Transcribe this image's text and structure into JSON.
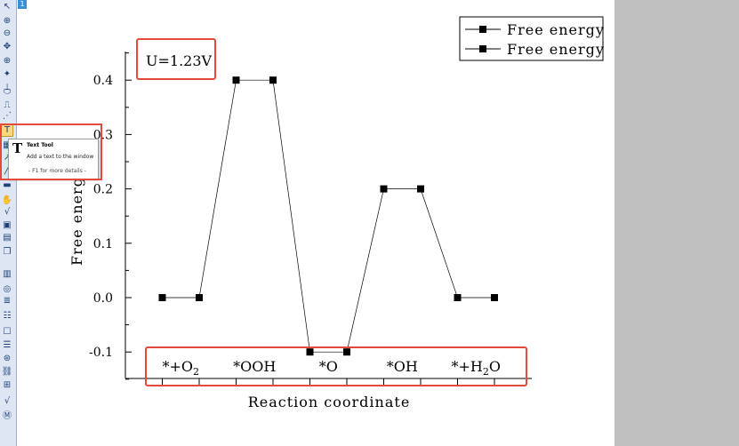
{
  "toolbar": {
    "page_number": "1",
    "tools": [
      {
        "icon": "pointer-icon",
        "glyph": "↖"
      },
      {
        "icon": "zoom-in-icon",
        "glyph": "⊕"
      },
      {
        "icon": "zoom-out-icon",
        "glyph": "⊖"
      },
      {
        "icon": "scale-icon",
        "glyph": "✥"
      },
      {
        "icon": "data-reader-icon",
        "glyph": "⊕"
      },
      {
        "icon": "screen-reader-icon",
        "glyph": "✦"
      },
      {
        "icon": "data-selector-icon",
        "glyph": "⊥"
      },
      {
        "icon": "mask-icon",
        "glyph": "⬭"
      },
      {
        "icon": "draw-data-icon",
        "glyph": "⎍"
      },
      {
        "icon": "select-region-icon",
        "glyph": "⋰"
      },
      {
        "icon": "text-tool-icon",
        "glyph": "T",
        "active": true
      },
      {
        "icon": "table-icon",
        "glyph": "▦"
      },
      {
        "icon": "arrow-icon",
        "glyph": "↗"
      },
      {
        "icon": "line-icon",
        "glyph": "╱"
      },
      {
        "icon": "rectangle-icon",
        "glyph": "▬"
      },
      {
        "icon": "hand-icon",
        "glyph": "✋"
      },
      {
        "icon": "equation-icon",
        "glyph": "√"
      },
      {
        "icon": "image-icon",
        "glyph": "▣"
      },
      {
        "icon": "movie-icon",
        "glyph": "▤"
      },
      {
        "icon": "layer-icon",
        "glyph": "❐"
      },
      {
        "icon": "color-scale-icon",
        "glyph": "▥"
      },
      {
        "icon": "gauge-icon",
        "glyph": "◎"
      },
      {
        "icon": "stack-icon",
        "glyph": "≣"
      },
      {
        "icon": "legend-icon",
        "glyph": "☷"
      },
      {
        "icon": "box-icon",
        "glyph": "☐"
      },
      {
        "icon": "list-icon",
        "glyph": "☰"
      },
      {
        "icon": "record-icon",
        "glyph": "⊛"
      },
      {
        "icon": "link-icon",
        "glyph": "⛓"
      },
      {
        "icon": "grid-icon",
        "glyph": "⊞"
      },
      {
        "icon": "formula-icon",
        "glyph": "√"
      },
      {
        "icon": "matrix-icon",
        "glyph": "Ⓜ"
      }
    ]
  },
  "tooltip": {
    "title": "Text Tool",
    "description": "Add a text to the window",
    "hint": "- F1 for more details -"
  },
  "annotations": {
    "potential_label": "U=1.23V"
  },
  "chart_data": {
    "type": "line",
    "xlabel": "Reaction coordinate",
    "ylabel": "Free energy",
    "ylim": [
      -0.15,
      0.45
    ],
    "yticks": [
      -0.1,
      0.0,
      0.1,
      0.2,
      0.3,
      0.4
    ],
    "ytick_labels": [
      "-0.1",
      "0.0",
      "0.1",
      "0.2",
      "0.3",
      "0.4"
    ],
    "xlim": [
      0,
      11
    ],
    "x": [
      1,
      2,
      3,
      4,
      5,
      6,
      7,
      8,
      9,
      10
    ],
    "series": [
      {
        "name": "Free energy",
        "values": [
          0.0,
          0.0,
          0.4,
          0.4,
          -0.1,
          -0.1,
          0.2,
          0.2,
          0.0,
          0.0
        ],
        "color": "#000000",
        "marker": "square"
      }
    ],
    "legend": {
      "position": "top-right",
      "entries": [
        "Free energy",
        "Free energy"
      ]
    },
    "intermediates": [
      {
        "label": "*+O",
        "sub": "2",
        "suffix": "",
        "x": 1.5
      },
      {
        "label": "*OOH",
        "sub": "",
        "suffix": "",
        "x": 3.5
      },
      {
        "label": "*O",
        "sub": "",
        "suffix": "",
        "x": 5.5
      },
      {
        "label": "*OH",
        "sub": "",
        "suffix": "",
        "x": 7.5
      },
      {
        "label": "*+H",
        "sub": "2",
        "suffix": "O",
        "x": 9.5
      }
    ],
    "highlight_color": "#e5493a",
    "grid": false
  }
}
